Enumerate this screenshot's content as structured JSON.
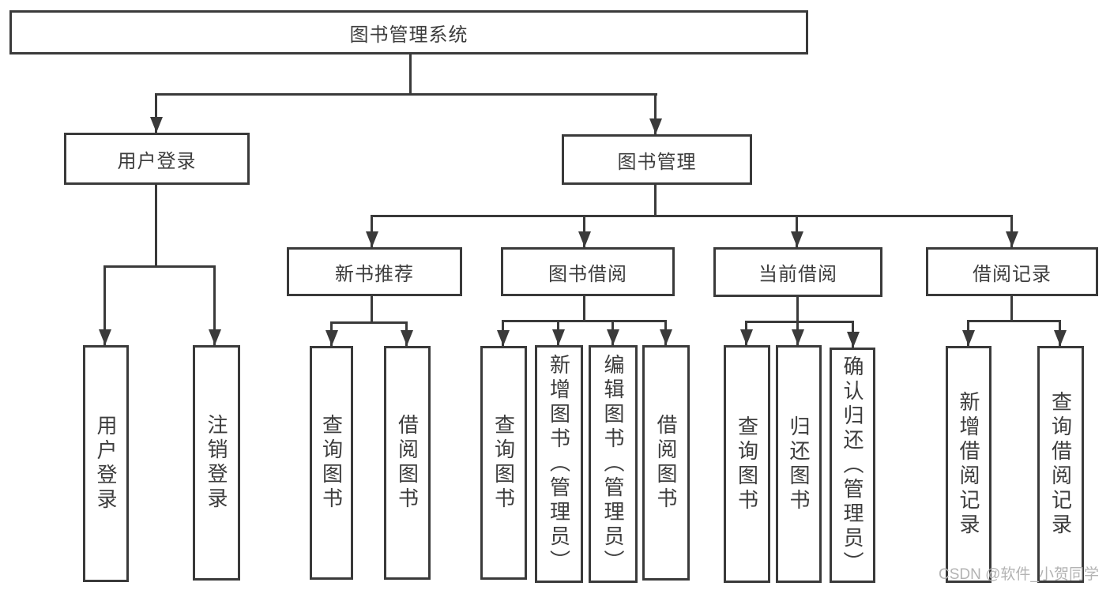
{
  "diagram": {
    "nodes": {
      "root": "图书管理系统",
      "user_login": "用户登录",
      "book_management": "图书管理",
      "new_book_recommend": "新书推荐",
      "book_borrow": "图书借阅",
      "current_borrow": "当前借阅",
      "borrow_record": "借阅记录",
      "leaf_user_login": "用户登录",
      "leaf_logout": "注销登录",
      "nb_query_book": "查询图书",
      "nb_borrow_book": "借阅图书",
      "bb_query_book": "查询图书",
      "bb_add_book": "新增图书（管理员）",
      "bb_edit_book": "编辑图书（管理员）",
      "bb_borrow_book": "借阅图书",
      "cb_query_book": "查询图书",
      "cb_return_book": "归还图书",
      "cb_confirm_return": "确认归还（管理员）",
      "br_add_record": "新增借阅记录",
      "br_query_record": "查询借阅记录"
    },
    "watermark": "CSDN @软件_小贺同学",
    "colors": {
      "line": "#3a3a3a",
      "text": "#3d3d3d",
      "watermark": "#b3b3b3",
      "background": "#ffffff"
    }
  }
}
